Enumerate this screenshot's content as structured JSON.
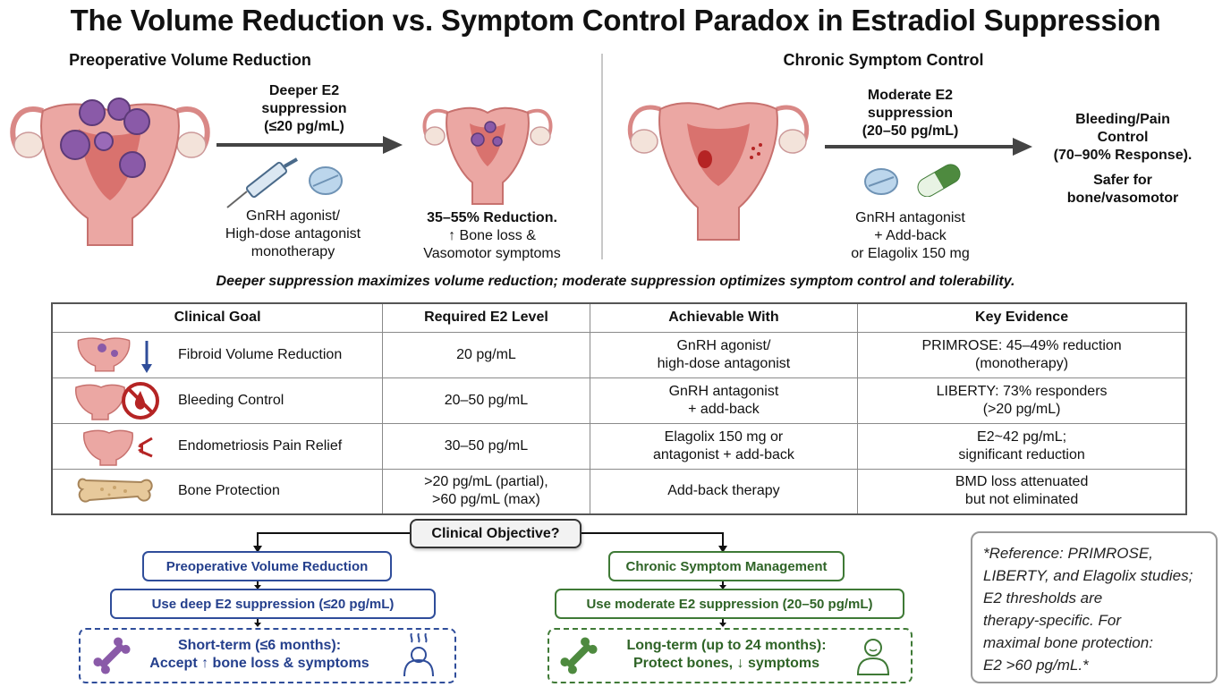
{
  "title": "The Volume Reduction vs. Symptom Control Paradox in Estradiol Suppression",
  "left_panel": {
    "heading": "Preoperative Volume Reduction",
    "arrow_label": "Deeper E2 suppression (≤20 pg/mL)",
    "arrow_label_lines": [
      "Deeper E2",
      "suppression",
      "(≤20 pg/mL)"
    ],
    "therapy_lines": [
      "GnRH agonist/",
      "High-dose antagonist",
      "monotherapy"
    ],
    "result_bold": "35–55% Reduction.",
    "result_lines": [
      "↑ Bone loss &",
      "Vasomotor symptoms"
    ]
  },
  "right_panel": {
    "heading": "Chronic Symptom Control",
    "arrow_label_lines": [
      "Moderate E2",
      "suppression",
      "(20–50 pg/mL)"
    ],
    "therapy_lines": [
      "GnRH antagonist",
      "+ Add-back",
      "or Elagolix 150 mg"
    ],
    "result_lines": [
      "Bleeding/Pain",
      "Control",
      "(70–90% Response).",
      "Safer for",
      "bone/vasomotor"
    ]
  },
  "caption": "Deeper suppression maximizes volume reduction; moderate suppression optimizes symptom control and tolerability.",
  "table": {
    "headers": [
      "Clinical Goal",
      "Required E2 Level",
      "Achievable With",
      "Key Evidence"
    ],
    "rows": [
      {
        "goal": "Fibroid Volume Reduction",
        "icon": "uterus-fibroid-down-arrow-icon",
        "level": [
          "20 pg/mL"
        ],
        "with": [
          "GnRH agonist/",
          "high-dose antagonist"
        ],
        "evidence": [
          "PRIMROSE: 45–49% reduction",
          "(monotherapy)"
        ]
      },
      {
        "goal": "Bleeding Control",
        "icon": "uterus-no-blood-icon",
        "level": [
          "20–50 pg/mL"
        ],
        "with": [
          "GnRH antagonist",
          "+ add-back"
        ],
        "evidence": [
          "LIBERTY: 73% responders",
          "(>20 pg/mL)"
        ]
      },
      {
        "goal": "Endometriosis Pain Relief",
        "icon": "uterus-pain-icon",
        "level": [
          "30–50 pg/mL"
        ],
        "with": [
          "Elagolix 150 mg or",
          "antagonist + add-back"
        ],
        "evidence": [
          "E2~42 pg/mL;",
          "significant reduction"
        ]
      },
      {
        "goal": "Bone Protection",
        "icon": "bone-icon",
        "level": [
          ">20 pg/mL (partial),",
          ">60 pg/mL (max)"
        ],
        "with": [
          "Add-back therapy"
        ],
        "evidence": [
          "BMD loss attenuated",
          "but not eliminated"
        ]
      }
    ]
  },
  "flow": {
    "objective": "Clinical Objective?",
    "left": {
      "goal": "Preoperative Volume Reduction",
      "action": "Use deep E2 suppression (≤20 pg/mL)",
      "outcome_lines": [
        "Short-term (≤6 months):",
        "Accept ↑ bone loss & symptoms"
      ]
    },
    "right": {
      "goal": "Chronic Symptom Management",
      "action": "Use moderate E2 suppression (20–50 pg/mL)",
      "outcome_lines": [
        "Long-term (up to 24 months):",
        "Protect bones, ↓ symptoms"
      ]
    }
  },
  "note_lines": [
    "*Reference: PRIMROSE,",
    "LIBERTY, and Elagolix studies;",
    "E2 thresholds are",
    "therapy-specific. For",
    "maximal bone protection:",
    "E2 >60 pg/mL.*"
  ],
  "colors": {
    "blue": "#2f4d9a",
    "green": "#3f7a36",
    "uterus": "#e9a3a0",
    "fibroid": "#8a5aa8",
    "bone": "#e7c99b",
    "blood": "#b52424"
  }
}
